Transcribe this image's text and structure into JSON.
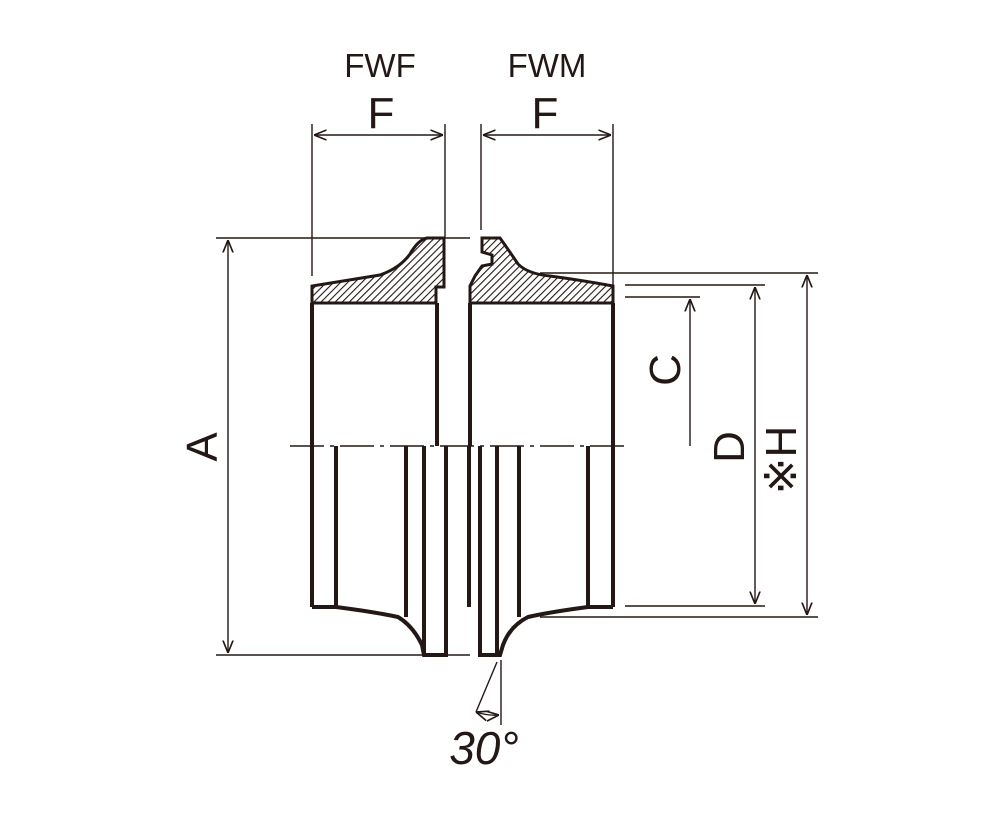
{
  "diagram": {
    "ink_color": "#231815",
    "background": "#ffffff",
    "labels": {
      "fwf": "FWF",
      "fwm": "FWM",
      "f_left": "F",
      "f_right": "F",
      "a": "A",
      "c": "C",
      "d": "D",
      "h": "※H",
      "angle": "30°"
    }
  }
}
